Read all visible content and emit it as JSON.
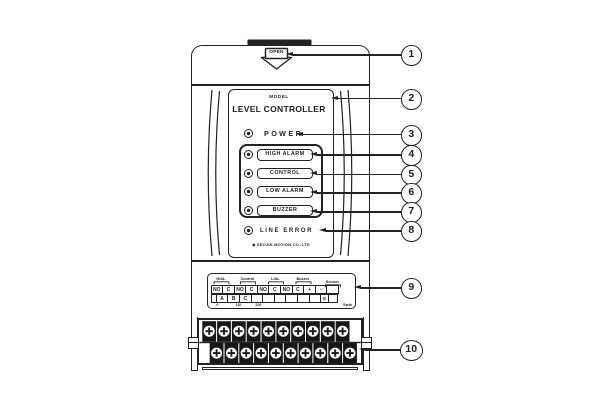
{
  "device": {
    "open_label": "OPEN",
    "model_caption": "MODEL",
    "title": "LEVEL CONTROLLER",
    "power_label": "POWER",
    "indicators": [
      "HIGH ALARM",
      "CONTROL",
      "LOW ALARM",
      "BUZZER"
    ],
    "line_error_label": "LINE ERROR",
    "brand_icon": "◆",
    "brand": "SEOJIN MOTION CO.,LTD"
  },
  "terminal_strip": {
    "groups": [
      "H/AL",
      "Control",
      "L/AL",
      "Buzzer",
      "Sensor"
    ],
    "row1": [
      "NO",
      "C",
      "NO",
      "C",
      "NO",
      "C",
      "NO",
      "C",
      "+",
      "-",
      ""
    ],
    "row2": [
      "",
      "A",
      "B",
      "C",
      "",
      "",
      "",
      "",
      "",
      "",
      "E",
      ""
    ],
    "voltages": [
      "0",
      "110",
      "220"
    ],
    "earth_label": "Earth"
  },
  "callouts": [
    "1",
    "2",
    "3",
    "4",
    "5",
    "6",
    "7",
    "8",
    "9",
    "10"
  ]
}
